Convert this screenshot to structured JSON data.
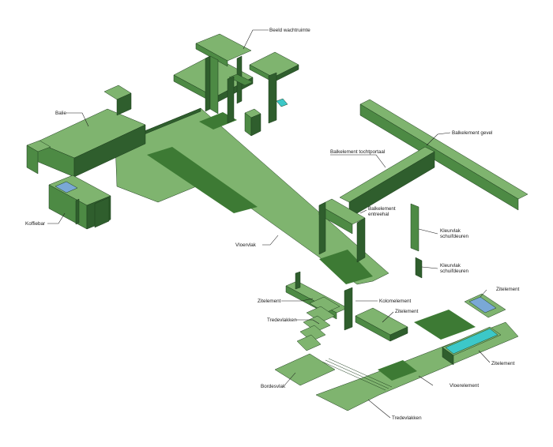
{
  "colors": {
    "top": "#7fb46f",
    "side_light": "#4d8a44",
    "side_dark": "#2f5e2d",
    "floor_dark": "#3d7a34",
    "glass_cyan": "#3cc8c8",
    "glass_blue": "#7aa8d6",
    "outline": "#1d3d1d",
    "label": "#1a1a1a"
  },
  "labels": {
    "beeld_wachtruimte": "Beeld wachtruimte",
    "balie": "Balie",
    "koffiebar": "Koffiebar",
    "balkelement_tochtportaal": "Balkelement tochtportaal",
    "balkelement_gevel": "Balkelement gevel",
    "balkelement_entreehal_1": "Balkelement",
    "balkelement_entreehal_2": "entreehal",
    "vloervlak": "Vloervlak",
    "kleurvlak_1_line1": "Kleurvlak",
    "kleurvlak_1_line2": "schuifdeuren",
    "kleurvlak_2_line1": "Kleurvlak",
    "kleurvlak_2_line2": "schuifdeuren",
    "zitelement_left": "Zitelement",
    "kolomelement": "Kolomelement",
    "zitelement_mid": "Zitelement",
    "zitelement_top_right": "Zitelement",
    "zitelement_bottom_right": "Zitelement",
    "tredevlakken_left": "Tredevlakken",
    "bordesvlak": "Bordesvlak",
    "vloerelement": "Vloerelement",
    "tredevlakken_bottom": "Tredevlakken"
  }
}
